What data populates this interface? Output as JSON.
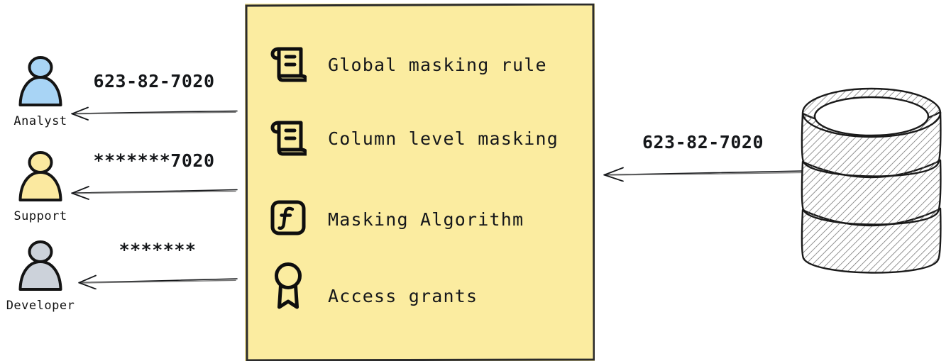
{
  "diagram": {
    "type": "data-masking-policy-flow",
    "background_color": "#ffffff",
    "panel_color": "#fbeca0"
  },
  "actors": [
    {
      "id": "analyst",
      "label": "Analyst",
      "icon": "person-icon",
      "color": "#a8d4f5",
      "revealed_value": "623-82-7020",
      "masking": "none"
    },
    {
      "id": "support",
      "label": "Support",
      "icon": "person-icon",
      "color": "#fbe9a0",
      "revealed_value": "*******7020",
      "masking": "partial"
    },
    {
      "id": "developer",
      "label": "Developer",
      "icon": "person-icon",
      "color": "#ccd2da",
      "revealed_value": "*******",
      "masking": "full"
    }
  ],
  "policy_panel": {
    "items": [
      {
        "label": "Global masking rule",
        "icon": "scroll-icon"
      },
      {
        "label": "Column level masking",
        "icon": "scroll-icon"
      },
      {
        "label": "Masking Algorithm",
        "icon": "function-icon"
      },
      {
        "label": "Access grants",
        "icon": "award-ribbon-icon"
      }
    ]
  },
  "database": {
    "icon": "database-cylinder-icon",
    "source_value": "623-82-7020"
  }
}
